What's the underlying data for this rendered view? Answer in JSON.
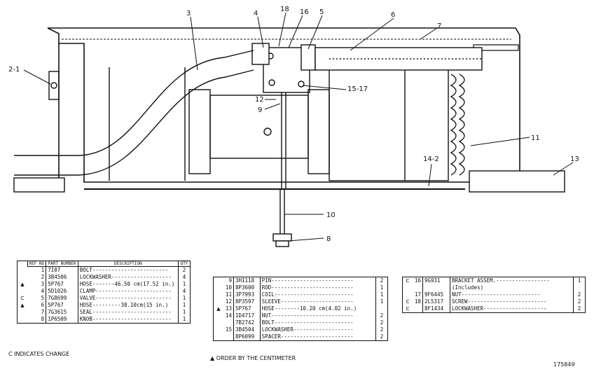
{
  "callouts": [
    "3",
    "4",
    "18",
    "16",
    "5",
    "6",
    "7",
    "2-1",
    "12",
    "9",
    "15-17",
    "11",
    "14-2",
    "13",
    "10",
    "8"
  ],
  "table1": {
    "headers": {
      "ref": "REF NO",
      "part": "PART NUMBER",
      "desc": "DESCRIPTION",
      "qty": "QTY"
    },
    "rows": [
      {
        "mark": "",
        "ref": "1",
        "part": "7I07",
        "desc": "BOLT------------------------",
        "qty": "2"
      },
      {
        "mark": "",
        "ref": "2",
        "part": "3B4506",
        "desc": "LOCKWASHER-------------------",
        "qty": "4"
      },
      {
        "mark": "▲",
        "ref": "3",
        "part": "5P767",
        "desc": "HOSE-------46.50 cm(17.52 in.)",
        "qty": "1"
      },
      {
        "mark": "",
        "ref": "4",
        "part": "5D1026",
        "desc": "CLAMP------------------------",
        "qty": "4"
      },
      {
        "mark": "C",
        "ref": "5",
        "part": "7G8699",
        "desc": "VALVE------------------------",
        "qty": "1"
      },
      {
        "mark": "▲",
        "ref": "6",
        "part": "5P767",
        "desc": "HOSE---------38.10cm(15 in.)",
        "qty": "1"
      },
      {
        "mark": "",
        "ref": "7",
        "part": "7G3615",
        "desc": "SEAL-------------------------",
        "qty": "1"
      },
      {
        "mark": "",
        "ref": "8",
        "part": "1P6509",
        "desc": "KNOB-------------------------",
        "qty": "1"
      }
    ],
    "note": "C INDICATES CHANGE"
  },
  "table2": {
    "rows": [
      {
        "mark": "",
        "ref": "9",
        "part": "3H1118",
        "desc": "PIN--------------------------",
        "qty": "2"
      },
      {
        "mark": "",
        "ref": "10",
        "part": "8P3600",
        "desc": "ROD--------------------------",
        "qty": "1"
      },
      {
        "mark": "",
        "ref": "11",
        "part": "3P7993",
        "desc": "COIL-------------------------",
        "qty": "1"
      },
      {
        "mark": "",
        "ref": "12",
        "part": "8P3597",
        "desc": "SLEEVE-----------------------",
        "qty": "1"
      },
      {
        "mark": "▲",
        "ref": "13",
        "part": "5P767",
        "desc": "HOSE--------10.20 cm(4.02 in.)",
        "qty": ""
      },
      {
        "mark": "",
        "ref": "14",
        "part": "1D4717",
        "desc": "NUT--------------------------",
        "qty": "2"
      },
      {
        "mark": "",
        "ref": "",
        "part": "7B2742",
        "desc": "BOLT-------------------------",
        "qty": "2"
      },
      {
        "mark": "",
        "ref": "15",
        "part": "3B4504",
        "desc": "LOCKWASHER-------------------",
        "qty": "2"
      },
      {
        "mark": "",
        "ref": "",
        "part": "8P6099",
        "desc": "SPACER-----------------------",
        "qty": "2"
      }
    ],
    "note": "▲ ORDER BY THE CENTIMETER"
  },
  "table3": {
    "rows": [
      {
        "mark": "C",
        "ref": "16",
        "part": "9G931",
        "desc": "BRACKET ASSEM.-----------------",
        "qty": "1"
      },
      {
        "mark": "",
        "ref": "",
        "part": "",
        "desc": "(Includes)",
        "qty": ""
      },
      {
        "mark": "",
        "ref": "17",
        "part": "9F6445",
        "desc": "NUT-------------------------",
        "qty": "2"
      },
      {
        "mark": "C",
        "ref": "18",
        "part": "2L5317",
        "desc": "SCREW-------------------------",
        "qty": "2"
      },
      {
        "mark": "C",
        "ref": "",
        "part": "8F1434",
        "desc": "LOCKWASHER--------------------",
        "qty": "2"
      }
    ]
  },
  "figure_number": "175849"
}
